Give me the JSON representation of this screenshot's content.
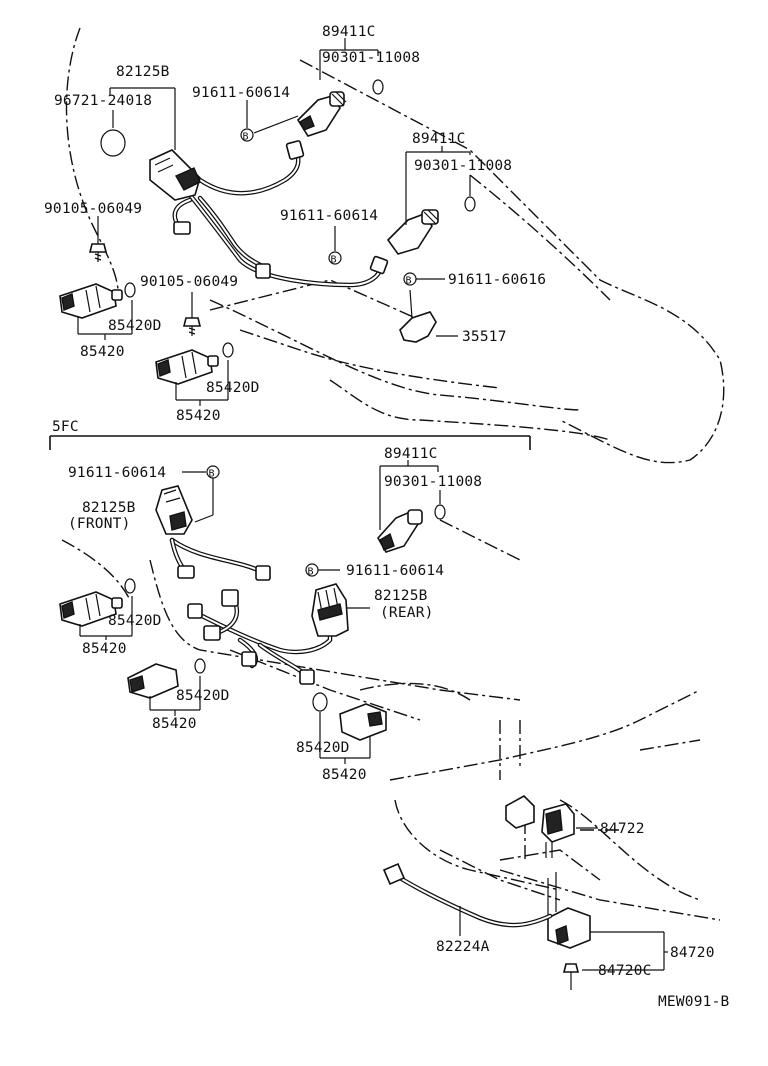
{
  "diagram": {
    "section_label": "5FC",
    "drawing_code": "MEW091-B",
    "labels": {
      "p89411c_a": "89411C",
      "p90301_a": "90301-11008",
      "p82125b_top": "82125B",
      "p96721": "96721-24018",
      "p91611_a": "91611-60614",
      "p89411c_b": "89411C",
      "p90301_b": "90301-11008",
      "p90105_a": "90105-06049",
      "p91611_b": "91611-60614",
      "p91611_616": "91611-60616",
      "p90105_b": "90105-06049",
      "p85420d_a": "85420D",
      "p85420_a": "85420",
      "p35517": "35517",
      "p85420d_b": "85420D",
      "p85420_b": "85420",
      "p89411c_c": "89411C",
      "p91611_c": "91611-60614",
      "p90301_c": "90301-11008",
      "p82125b_front": "82125B",
      "p82125b_front_note": "(FRONT)",
      "p91611_d": "91611-60614",
      "p82125b_rear": "82125B",
      "p82125b_rear_note": "(REAR)",
      "p85420d_c": "85420D",
      "p85420_c": "85420",
      "p85420d_d": "85420D",
      "p85420_d": "85420",
      "p85420d_e": "85420D",
      "p85420_e": "85420",
      "p84722": "84722",
      "p82224a": "82224A",
      "p84720": "84720",
      "p84720c": "84720C",
      "bolt_marker": "B"
    }
  }
}
